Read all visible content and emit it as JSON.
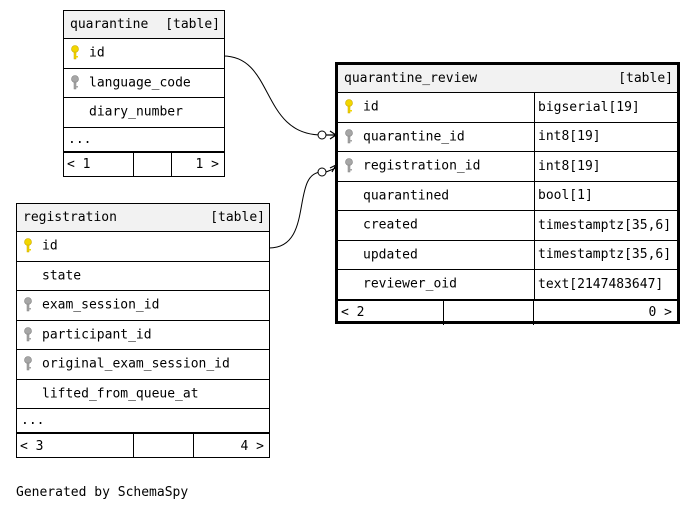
{
  "tables": {
    "quarantine": {
      "name": "quarantine",
      "kind": "[table]",
      "columns": [
        {
          "name": "id",
          "key": "primary"
        },
        {
          "name": "language_code",
          "key": "foreign"
        },
        {
          "name": "diary_number",
          "key": "none"
        }
      ],
      "ellipsis": "...",
      "footer": {
        "left": "< 1",
        "right": "1 >"
      }
    },
    "registration": {
      "name": "registration",
      "kind": "[table]",
      "columns": [
        {
          "name": "id",
          "key": "primary"
        },
        {
          "name": "state",
          "key": "none"
        },
        {
          "name": "exam_session_id",
          "key": "foreign"
        },
        {
          "name": "participant_id",
          "key": "foreign"
        },
        {
          "name": "original_exam_session_id",
          "key": "foreign"
        },
        {
          "name": "lifted_from_queue_at",
          "key": "none"
        }
      ],
      "ellipsis": "...",
      "footer": {
        "left": "< 3",
        "right": "4 >"
      }
    },
    "quarantine_review": {
      "name": "quarantine_review",
      "kind": "[table]",
      "columns": [
        {
          "name": "id",
          "type": "bigserial[19]",
          "key": "primary"
        },
        {
          "name": "quarantine_id",
          "type": "int8[19]",
          "key": "foreign"
        },
        {
          "name": "registration_id",
          "type": "int8[19]",
          "key": "foreign"
        },
        {
          "name": "quarantined",
          "type": "bool[1]",
          "key": "none"
        },
        {
          "name": "created",
          "type": "timestamptz[35,6]",
          "key": "none"
        },
        {
          "name": "updated",
          "type": "timestamptz[35,6]",
          "key": "none"
        },
        {
          "name": "reviewer_oid",
          "type": "text[2147483647]",
          "key": "none"
        }
      ],
      "footer": {
        "left": "< 2",
        "right": "0 >"
      }
    }
  },
  "footer_text": "Generated by SchemaSpy",
  "colors": {
    "primary_key": "#f2d600",
    "foreign_key": "#a6a6a6",
    "header_bg": "#f2f2f2",
    "line": "#000000"
  },
  "icons": {
    "primary_key": "primary-key-icon",
    "foreign_key": "foreign-key-icon"
  }
}
